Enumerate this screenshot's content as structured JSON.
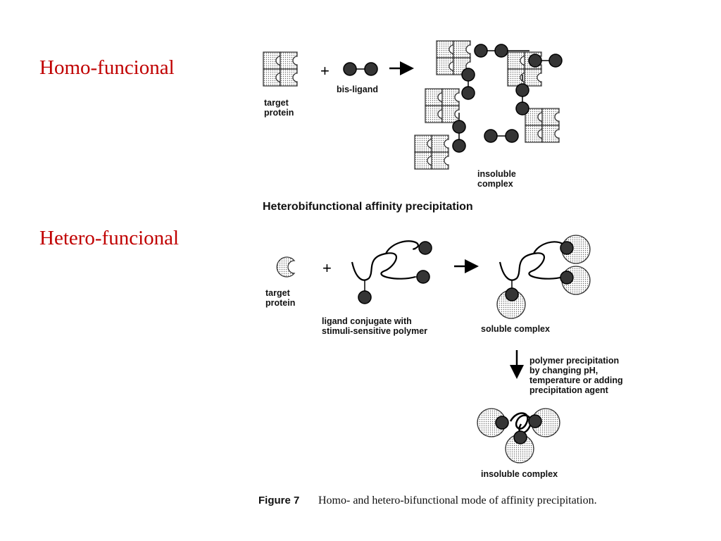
{
  "slide": {
    "homo_label": "Homo-funcional",
    "hetero_label": "Hetero-funcional",
    "accent_color": "#c00000"
  },
  "homo": {
    "plus": "+",
    "target_protein": [
      "target",
      "protein"
    ],
    "bis_ligand": "bis-ligand",
    "insoluble_complex": [
      "insoluble",
      "complex"
    ],
    "title": "Heterobifunctional affinity precipitation"
  },
  "hetero": {
    "plus": "+",
    "target_protein": [
      "target",
      "protein"
    ],
    "ligand_conjugate": [
      "ligand conjugate with",
      "stimuli-sensitive polymer"
    ],
    "soluble_complex": "soluble complex",
    "precipitation_step": [
      "polymer precipitation",
      "by changing pH,",
      "temperature or adding",
      "precipitation agent"
    ],
    "insoluble_complex": "insoluble complex"
  },
  "caption": {
    "figure_number": "Figure 7",
    "text": "Homo- and hetero-bifunctional mode of affinity precipitation."
  }
}
